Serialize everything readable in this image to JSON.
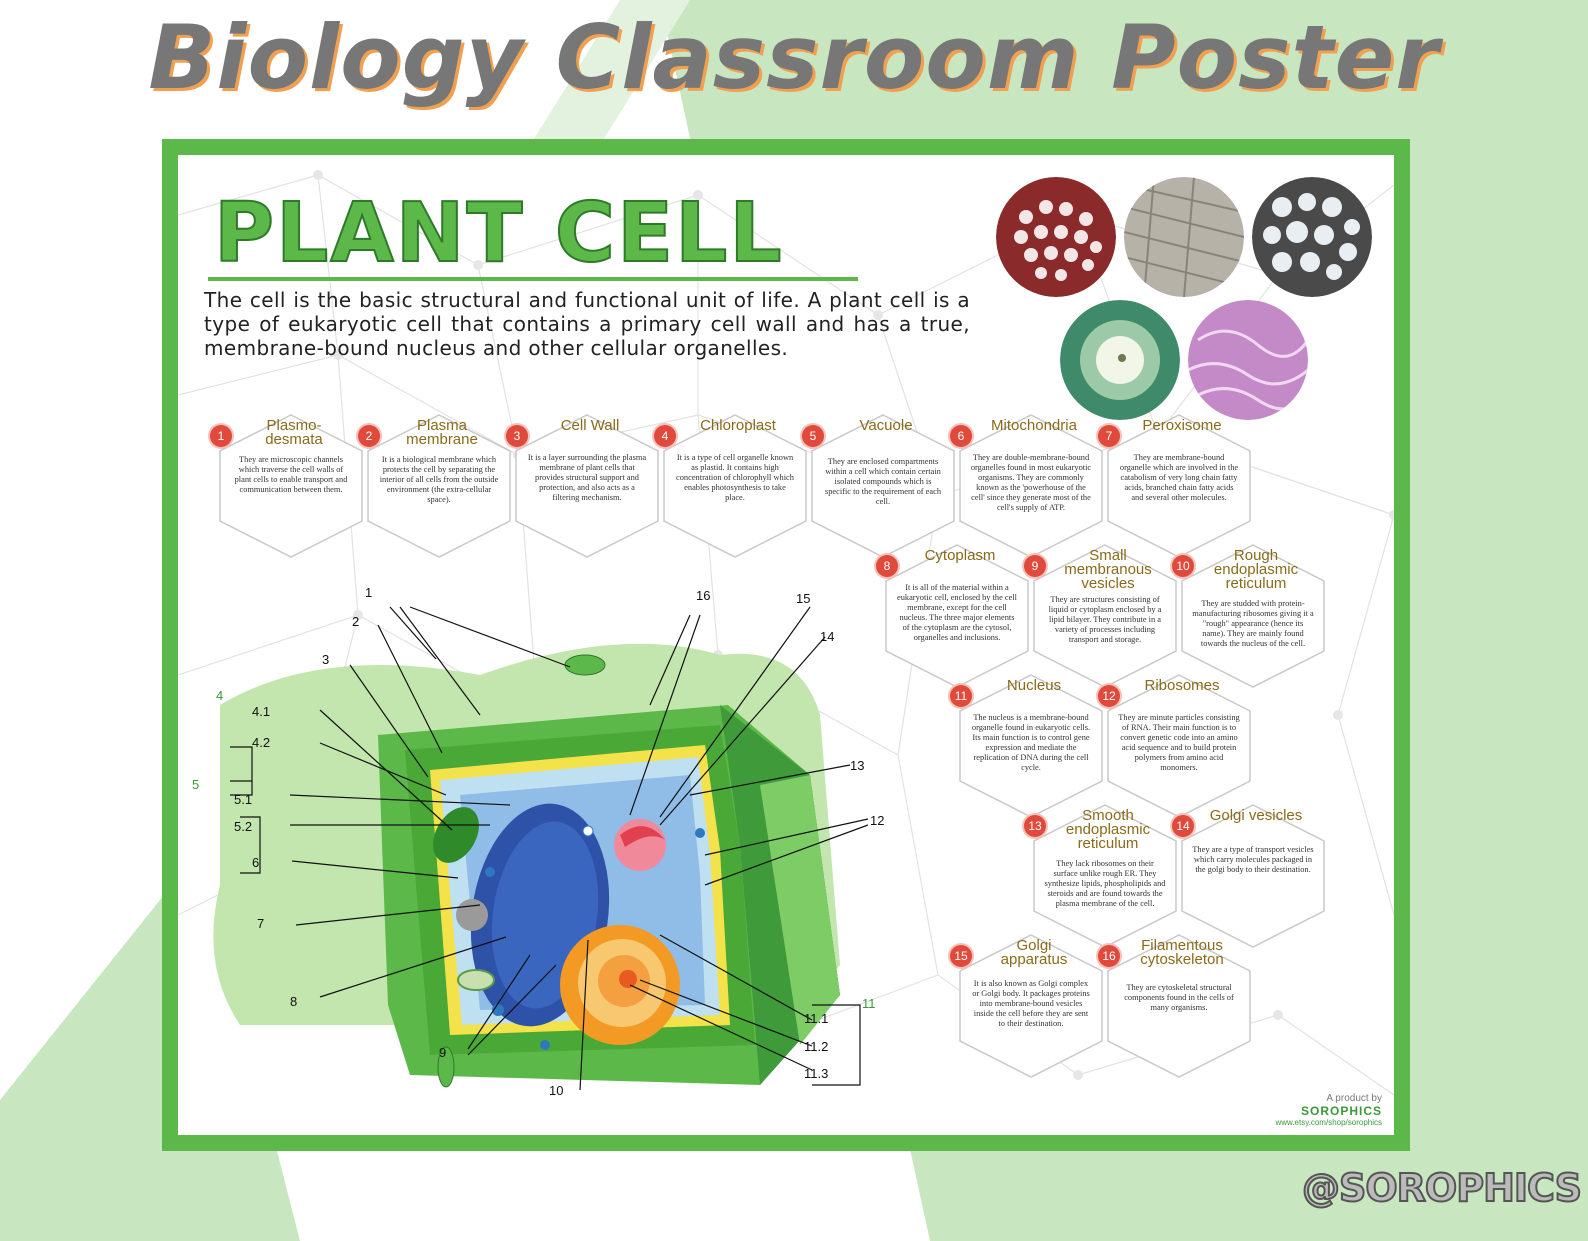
{
  "banner_title": "Biology Classroom Poster",
  "poster": {
    "title": "PLANT CELL",
    "intro": "The cell is the basic structural and functional unit of life. A plant cell is a type of eukaryotic cell that contains a primary cell wall and has a true, membrane-bound nucleus and other cellular organelles."
  },
  "organelles": [
    {
      "num": "1",
      "name": "Plasmo-\ndesmata",
      "desc": "They are microscopic channels which traverse the cell walls of plant cells to enable transport and communication between them."
    },
    {
      "num": "2",
      "name": "Plasma\nmembrane",
      "desc": "It is a biological membrane which protects the cell by separating the interior of all cells from the outside environment (the extra-cellular space)."
    },
    {
      "num": "3",
      "name": "Cell Wall",
      "desc": "It is a layer surrounding the plasma membrane of plant cells that provides structural support and protection, and also acts as a filtering mechanism."
    },
    {
      "num": "4",
      "name": "Chloroplast",
      "desc": "It is a type of cell organelle known as plastid. It contains high concentration of chlorophyll which enables photosynthesis to take place."
    },
    {
      "num": "5",
      "name": "Vacuole",
      "desc": "They are enclosed compartments within a cell which contain certain isolated compounds which is specific to the requirement of each cell."
    },
    {
      "num": "6",
      "name": "Mitochondria",
      "desc": "They are double-membrane-bound organelles found in most eukaryotic organisms. They are commonly known as the 'powerhouse of the cell' since they generate most of the cell's supply of ATP."
    },
    {
      "num": "7",
      "name": "Peroxisome",
      "desc": "They are membrane-bound organelle which are involved in the catabolism of very long chain fatty acids, branched chain fatty acids and several other molecules."
    },
    {
      "num": "8",
      "name": "Cytoplasm",
      "desc": "It is all of the material within a eukaryotic cell, enclosed by the cell membrane, except for the cell nucleus. The three major elements of the cytoplasm are the cytosol, organelles and inclusions."
    },
    {
      "num": "9",
      "name": "Small\nmembranous\nvesicles",
      "desc": "They are structures consisting of liquid or cytoplasm enclosed by a lipid bilayer. They contribute in a variety of processes including transport and storage."
    },
    {
      "num": "10",
      "name": "Rough\nendoplasmic\nreticulum",
      "desc": "They are studded with protein-manufacturing ribosomes giving it a \"rough\" appearance (hence its name). They are mainly found towards the nucleus of the cell."
    },
    {
      "num": "11",
      "name": "Nucleus",
      "desc": "The nucleus is a membrane-bound organelle found in eukaryotic cells. Its main function is to control gene expression and mediate the replication of DNA during the cell cycle."
    },
    {
      "num": "12",
      "name": "Ribosomes",
      "desc": "They are minute particles consisting of RNA. Their main function is to convert genetic code into an amino acid sequence and to build protein polymers from amino acid monomers."
    },
    {
      "num": "13",
      "name": "Smooth\nendoplasmic\nreticulum",
      "desc": "They lack ribosomes on their surface unlike rough ER. They synthesize lipids, phospholipids and steroids and are found towards the plasma membrane of the cell."
    },
    {
      "num": "14",
      "name": "Golgi vesicles",
      "desc": "They are a type of transport vesicles which carry molecules packaged in the golgi body to their destination."
    },
    {
      "num": "15",
      "name": "Golgi\napparatus",
      "desc": "It is also known as Golgi complex or Golgi body. It packages proteins into membrane-bound vesicles inside the cell before they are sent to their destination."
    },
    {
      "num": "16",
      "name": "Filamentous\ncytoskeleton",
      "desc": "They are cytoskeletal structural components found in the cells of many organisms."
    }
  ],
  "diagram_labels": {
    "l1": "1",
    "l2": "2",
    "l3": "3",
    "l4": "4",
    "l41": "4.1",
    "l42": "4.2",
    "l5": "5",
    "l51": "5.1",
    "l52": "5.2",
    "l6": "6",
    "l7": "7",
    "l8": "8",
    "l9": "9",
    "l10": "10",
    "l11": "11",
    "l111": "11.1",
    "l112": "11.2",
    "l113": "11.3",
    "l12": "12",
    "l13": "13",
    "l14": "14",
    "l15": "15",
    "l16": "16"
  },
  "credit": {
    "line1": "A product by",
    "line2": "SOROPHICS",
    "line3": "www.etsy.com/shop/sorophics"
  },
  "handle": "@SOROPHICS",
  "colors": {
    "accent_green": "#5cb848",
    "title_gray": "#777777",
    "title_shadow": "#f0a050",
    "number_red": "#e04a3c"
  }
}
